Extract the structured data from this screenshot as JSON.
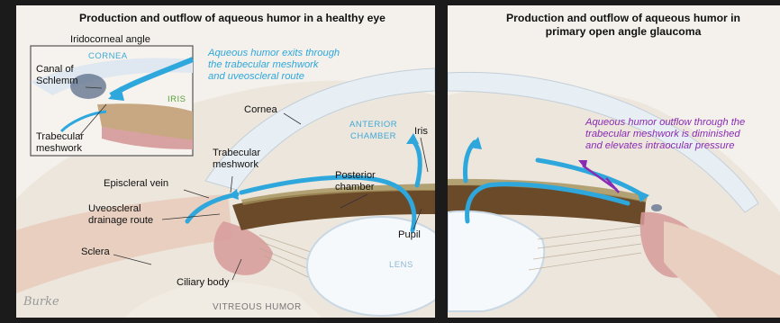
{
  "left": {
    "title": "Production and outflow of aqueous humor in a healthy eye",
    "inset_title": "Iridocorneal angle",
    "inset_cornea": "CORNEA",
    "inset_iris": "IRIS",
    "inset_canal": "Canal of\nSchlemm",
    "inset_trabecular": "Trabecular\nmeshwork",
    "note": "Aqueous humor exits through\nthe trabecular meshwork\nand uveoscleral route",
    "cornea": "Cornea",
    "anterior_chamber": "ANTERIOR\nCHAMBER",
    "iris": "Iris",
    "trabecular_meshwork": "Trabecular\nmeshwork",
    "episcleral_vein": "Episcleral vein",
    "posterior_chamber": "Posterior\nchamber",
    "uveoscleral": "Uveoscleral\ndrainage route",
    "pupil": "Pupil",
    "sclera": "Sclera",
    "lens": "LENS",
    "ciliary_body": "Ciliary body",
    "vitreous": "VITREOUS HUMOR",
    "signature": "Burke"
  },
  "right": {
    "title": "Production and outflow of aqueous humor in\nprimary open angle glaucoma",
    "note": "Aqueous humor outflow through the\ntrabecular meshwork is diminished\nand elevates intraocular pressure"
  },
  "colors": {
    "background": "#f4f1ec",
    "flow_blue": "#2ea7dc",
    "purple": "#8a2bb3",
    "iris_brown": "#6b4a2a",
    "ciliary_pink": "#d79a9a"
  }
}
